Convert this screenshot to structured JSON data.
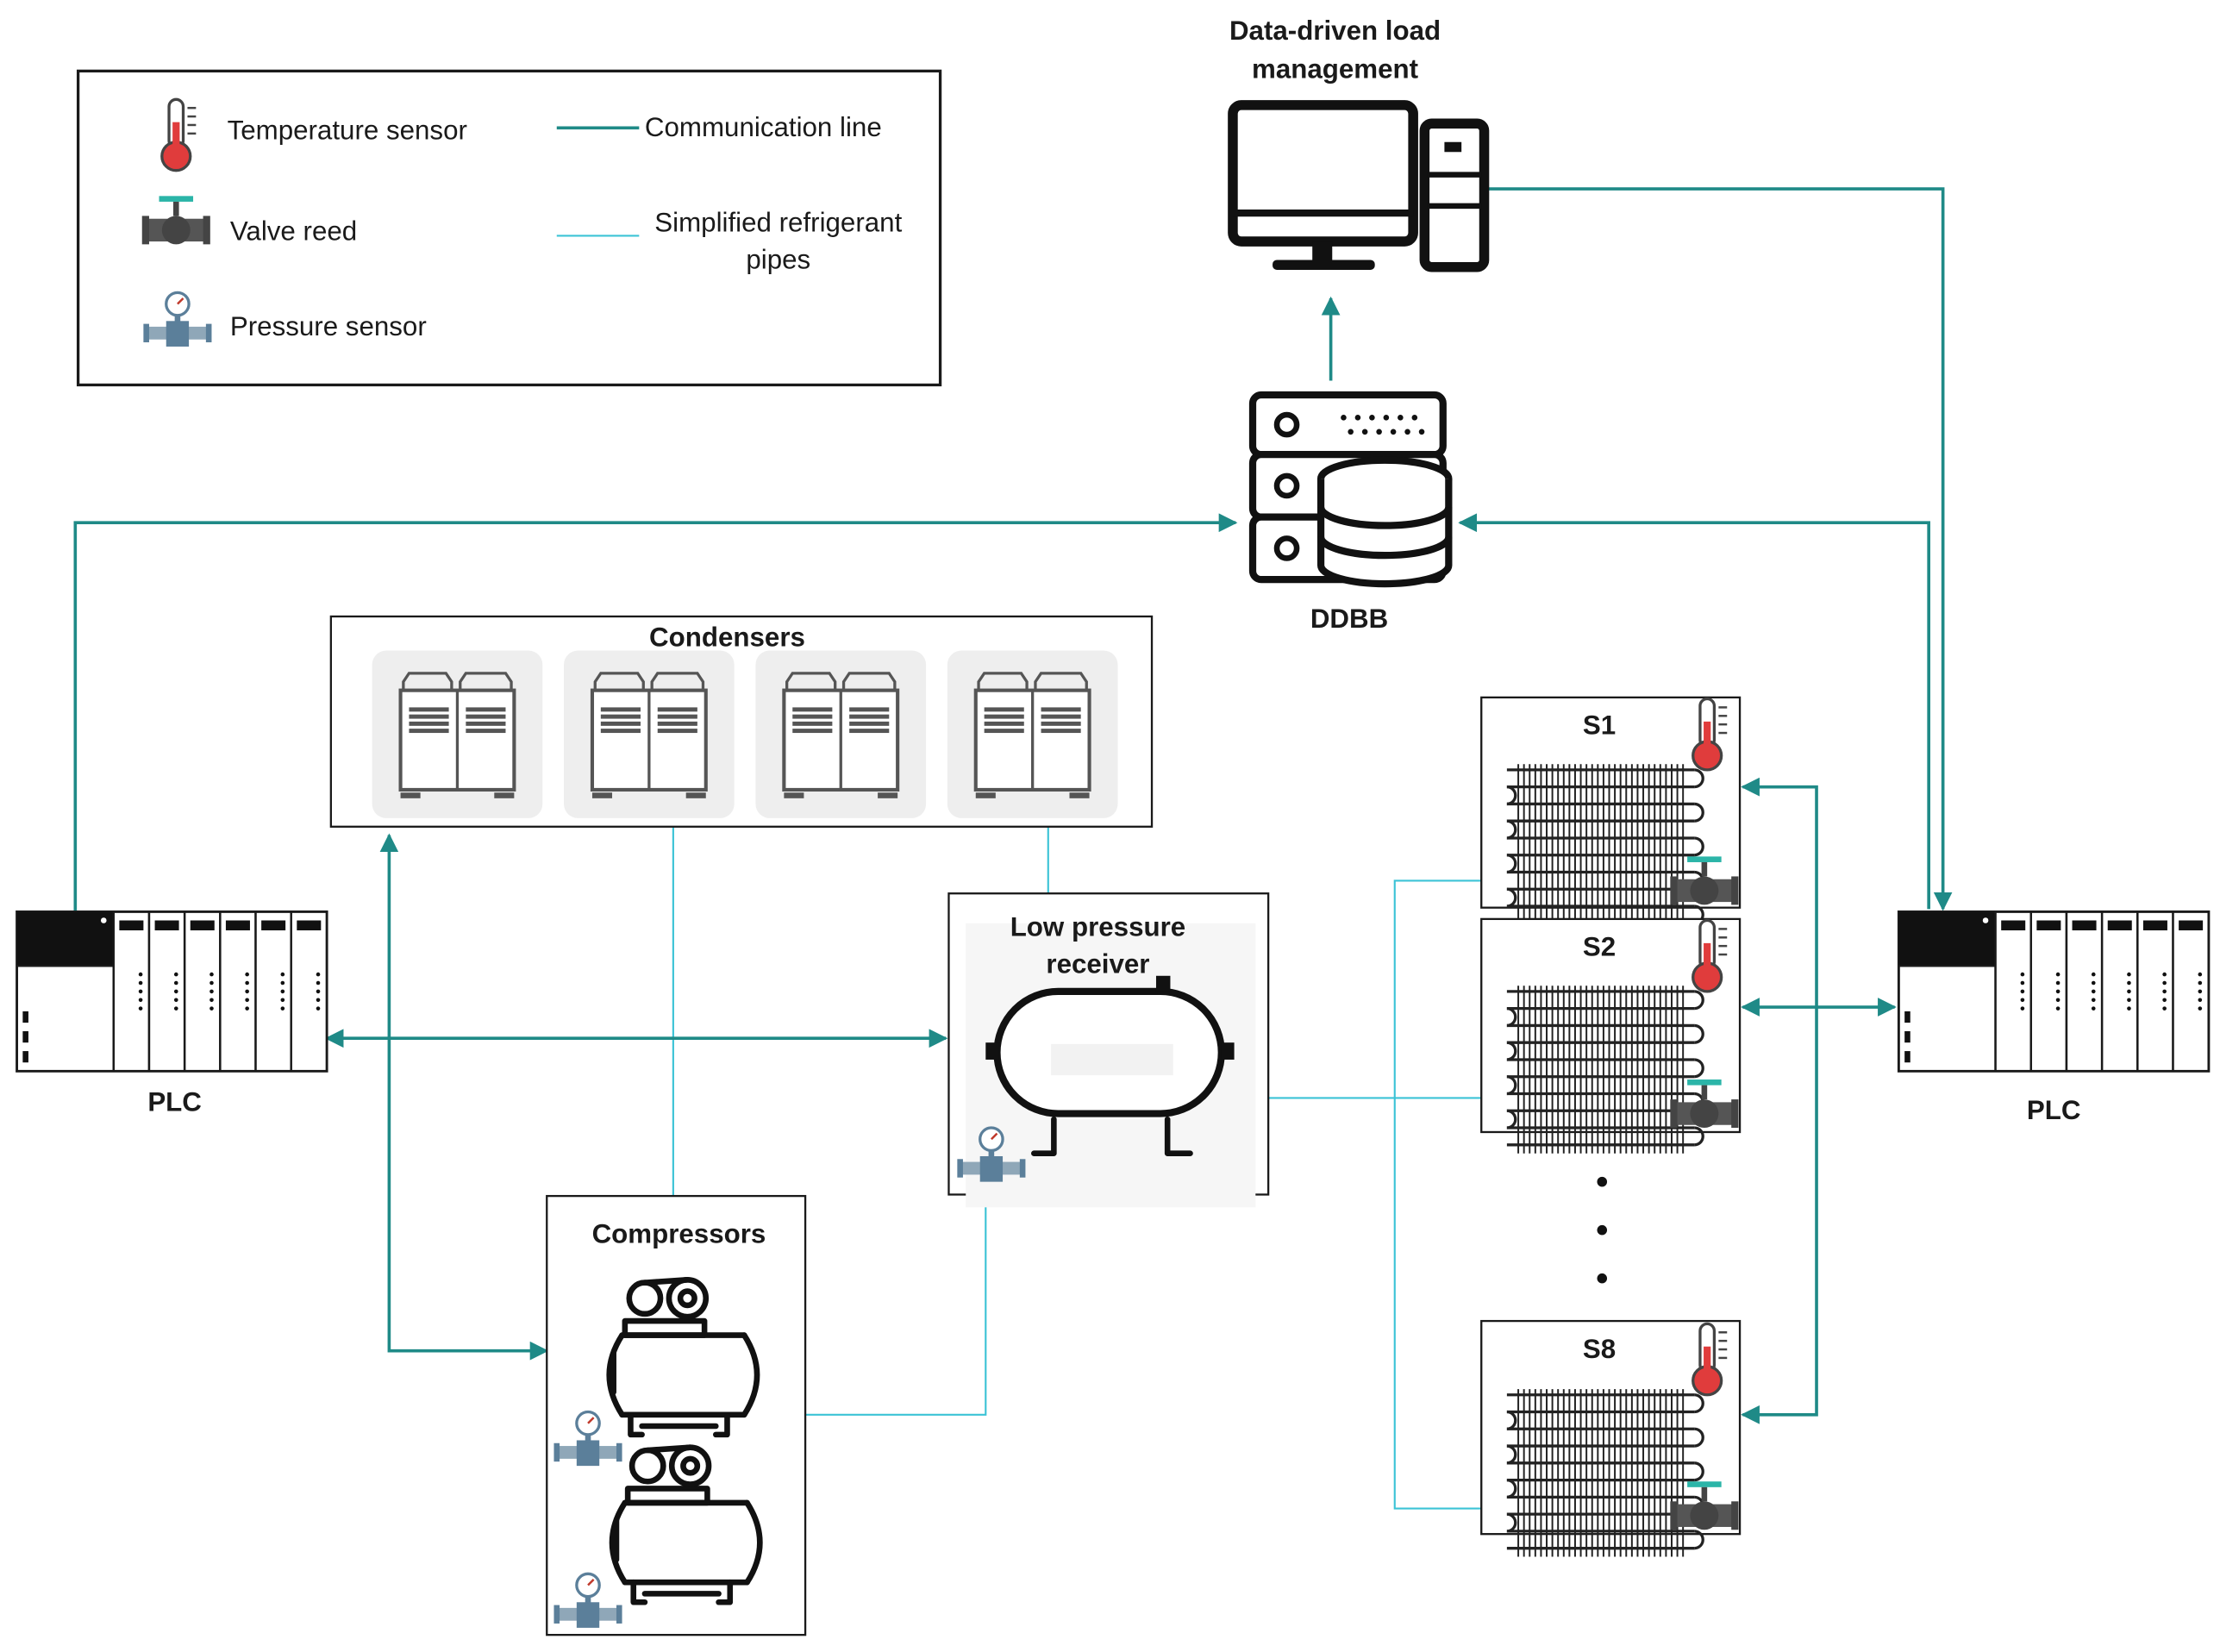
{
  "legend": {
    "temperature_sensor": "Temperature sensor",
    "valve_reed": "Valve reed",
    "pressure_sensor": "Pressure sensor",
    "communication_line": "Communication line",
    "refrigerant_pipes_line1": "Simplified refrigerant",
    "refrigerant_pipes_line2": "pipes"
  },
  "management": {
    "line1": "Data-driven load",
    "line2": "management"
  },
  "database": {
    "label": "DDBB"
  },
  "condensers": {
    "title": "Condensers"
  },
  "compressors": {
    "title": "Compressors"
  },
  "receiver": {
    "line1": "Low pressure",
    "line2": "receiver"
  },
  "plc_left": {
    "label": "PLC"
  },
  "plc_right": {
    "label": "PLC"
  },
  "evaporators": [
    {
      "label": "S1"
    },
    {
      "label": "S2"
    },
    {
      "label": "S8"
    }
  ],
  "colors": {
    "communication_line": "#1f8a87",
    "refrigerant_pipe": "#3cc3d6",
    "thermometer_red": "#e03c3c",
    "valve_teal": "#2bb5a8",
    "pressure_blue": "#5b7f9a"
  },
  "icons": {
    "temperature": "thermometer-icon",
    "valve": "valve-icon",
    "pressure": "pressure-gauge-icon"
  }
}
